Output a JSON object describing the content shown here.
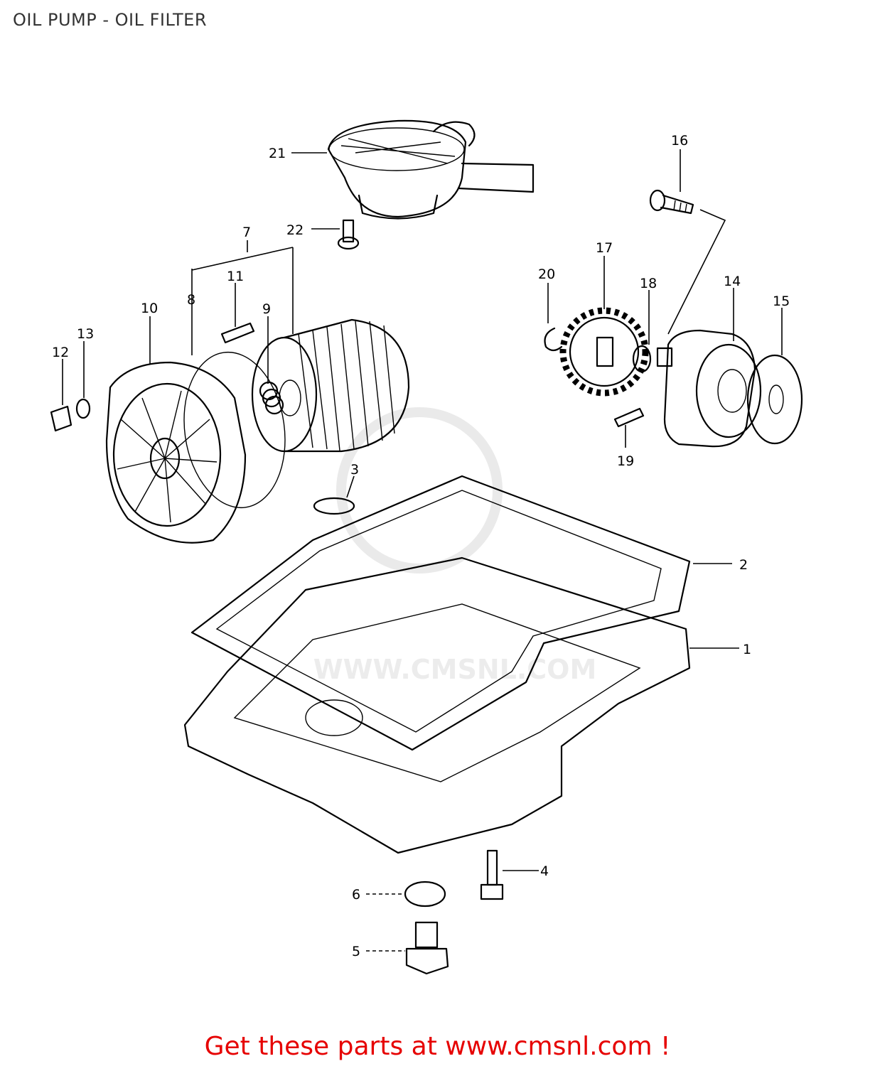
{
  "title": "OIL PUMP - OIL FILTER",
  "footer": {
    "text": "Get these parts at www.cmsnl.com !",
    "color": "#e60000"
  },
  "watermark": "WWW.CMSNL.COM",
  "callouts": {
    "c1": "1",
    "c2": "2",
    "c3": "3",
    "c4": "4",
    "c5": "5",
    "c6": "6",
    "c7": "7",
    "c8": "8",
    "c9": "9",
    "c10": "10",
    "c11": "11",
    "c12": "12",
    "c13": "13",
    "c14": "14",
    "c15": "15",
    "c16": "16",
    "c17": "17",
    "c18": "18",
    "c19": "19",
    "c20": "20",
    "c21": "21",
    "c22": "22"
  }
}
